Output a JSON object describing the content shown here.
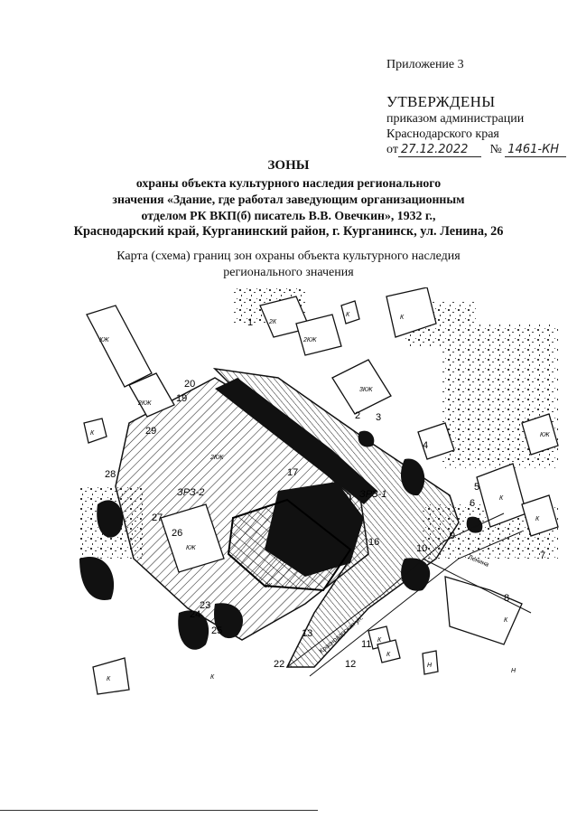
{
  "header": {
    "appendix": "Приложение 3",
    "approved": "УТВЕРЖДЕНЫ",
    "order_line1": "приказом администрации",
    "order_line2": "Краснодарского края",
    "date_prefix": "от",
    "date_value": "27.12.2022",
    "number_prefix": "№",
    "number_value": "1461-КН"
  },
  "title": {
    "main": "ЗОНЫ",
    "line1": "охраны объекта культурного наследия регионального",
    "line2": "значения «Здание, где работал заведующим организационным",
    "line3": "отделом РК ВКП(б) писатель В.В. Овечкин», 1932 г.,",
    "line4": "Краснодарский край, Курганинский район, г. Курганинск, ул. Ленина, 26"
  },
  "caption": {
    "line1": "Карта (схема) границ зон охраны объекта культурного наследия",
    "line2": "регионального значения"
  },
  "map": {
    "points": [
      "1",
      "2",
      "3",
      "4",
      "5",
      "6",
      "7",
      "8",
      "9",
      "10",
      "11",
      "12",
      "13",
      "16",
      "17",
      "19",
      "20",
      "22",
      "23",
      "24",
      "25",
      "26",
      "27",
      "28",
      "29"
    ],
    "zones": [
      "ЗРЗ-1",
      "ЗРЗ-2"
    ],
    "streets": [
      "Краснодарская ул.",
      "Ленина"
    ],
    "building_labels": [
      "КЖ",
      "2КЖ",
      "К",
      "2КЖ",
      "3КЖ",
      "2К",
      "2КЖ",
      "К",
      "К",
      "Н",
      "КЖ",
      "К",
      "К",
      "К",
      "КЖ",
      "2К",
      "К",
      "Н",
      "К",
      "К",
      "К"
    ]
  }
}
